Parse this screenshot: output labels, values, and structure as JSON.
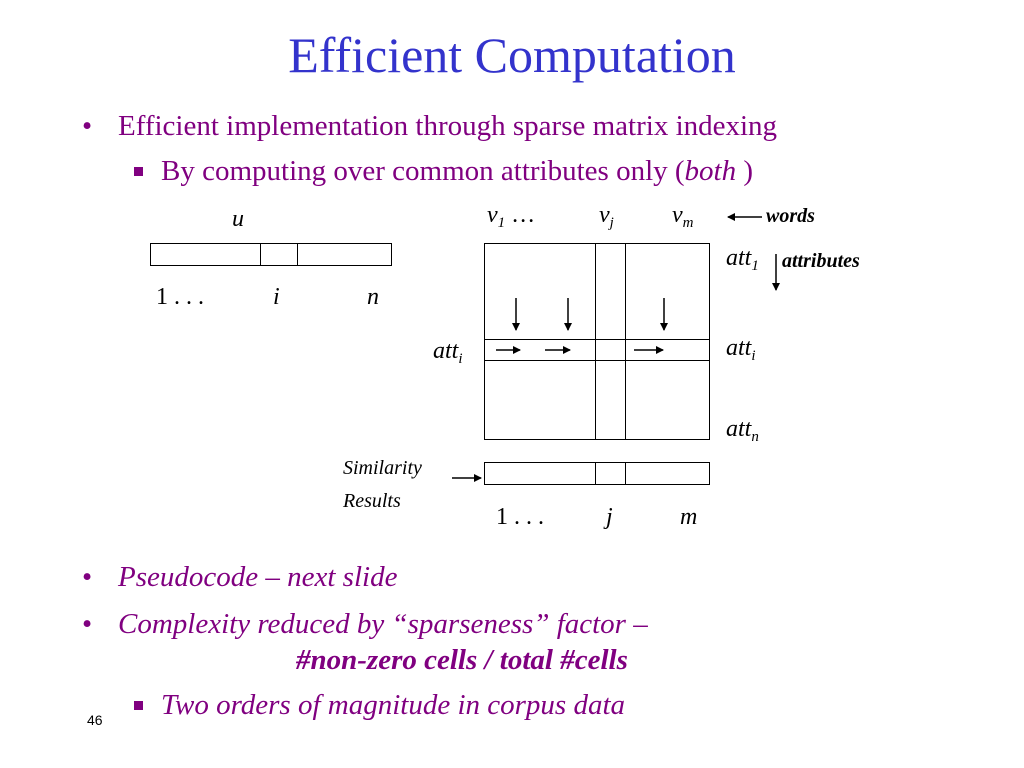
{
  "title": "Efficient Computation",
  "bullets": {
    "b1": "Efficient implementation through sparse matrix indexing",
    "b1_sub_prefix": "By computing over common attributes only (",
    "b1_sub_italic": "both",
    "b1_sub_suffix": " )",
    "b2": "Pseudocode – next slide",
    "b3": "Complexity reduced by “sparseness” factor –",
    "b3_bold": "#non-zero cells / total #cells",
    "b3_sub": "Two orders of magnitude in corpus data"
  },
  "diagram": {
    "u_label": "u",
    "u_index_start": "1 . . .",
    "u_index_i": "i",
    "u_index_n": "n",
    "v1": "v",
    "v1_sub": "1",
    "ellipsis": "…",
    "vj": "v",
    "vj_sub": "j",
    "vm": "v",
    "vm_sub": "m",
    "words_label": "words",
    "att1": "att",
    "att1_sub": "1",
    "attributes_label": "attributes",
    "atti_left": "att",
    "atti_left_sub": "i",
    "atti_right": "att",
    "atti_right_sub": "i",
    "attn": "att",
    "attn_sub": "n",
    "similarity": "Similarity",
    "results": "Results",
    "r_index_start": "1 . . .",
    "r_index_j": "j",
    "r_index_m": "m"
  },
  "page_number": "46",
  "colors": {
    "title": "#3333cc",
    "bullet": "#800080"
  }
}
